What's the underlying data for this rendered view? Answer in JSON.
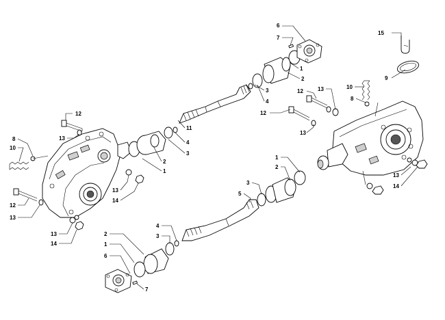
{
  "callouts": [
    {
      "label": "6"
    },
    {
      "label": "7"
    },
    {
      "label": "1"
    },
    {
      "label": "2"
    },
    {
      "label": "3"
    },
    {
      "label": "4"
    },
    {
      "label": "15"
    },
    {
      "label": "9"
    },
    {
      "label": "10"
    },
    {
      "label": "8"
    },
    {
      "label": "12"
    },
    {
      "label": "13"
    },
    {
      "label": "12"
    },
    {
      "label": "13"
    },
    {
      "label": "11"
    },
    {
      "label": "4"
    },
    {
      "label": "3"
    },
    {
      "label": "2"
    },
    {
      "label": "1"
    },
    {
      "label": "12"
    },
    {
      "label": "13"
    },
    {
      "label": "8"
    },
    {
      "label": "10"
    },
    {
      "label": "13"
    },
    {
      "label": "14"
    },
    {
      "label": "12"
    },
    {
      "label": "13"
    },
    {
      "label": "13"
    },
    {
      "label": "14"
    },
    {
      "label": "1"
    },
    {
      "label": "2"
    },
    {
      "label": "3"
    },
    {
      "label": "5"
    },
    {
      "label": "13"
    },
    {
      "label": "14"
    },
    {
      "label": "4"
    },
    {
      "label": "3"
    },
    {
      "label": "2"
    },
    {
      "label": "1"
    },
    {
      "label": "6"
    },
    {
      "label": "7"
    }
  ]
}
